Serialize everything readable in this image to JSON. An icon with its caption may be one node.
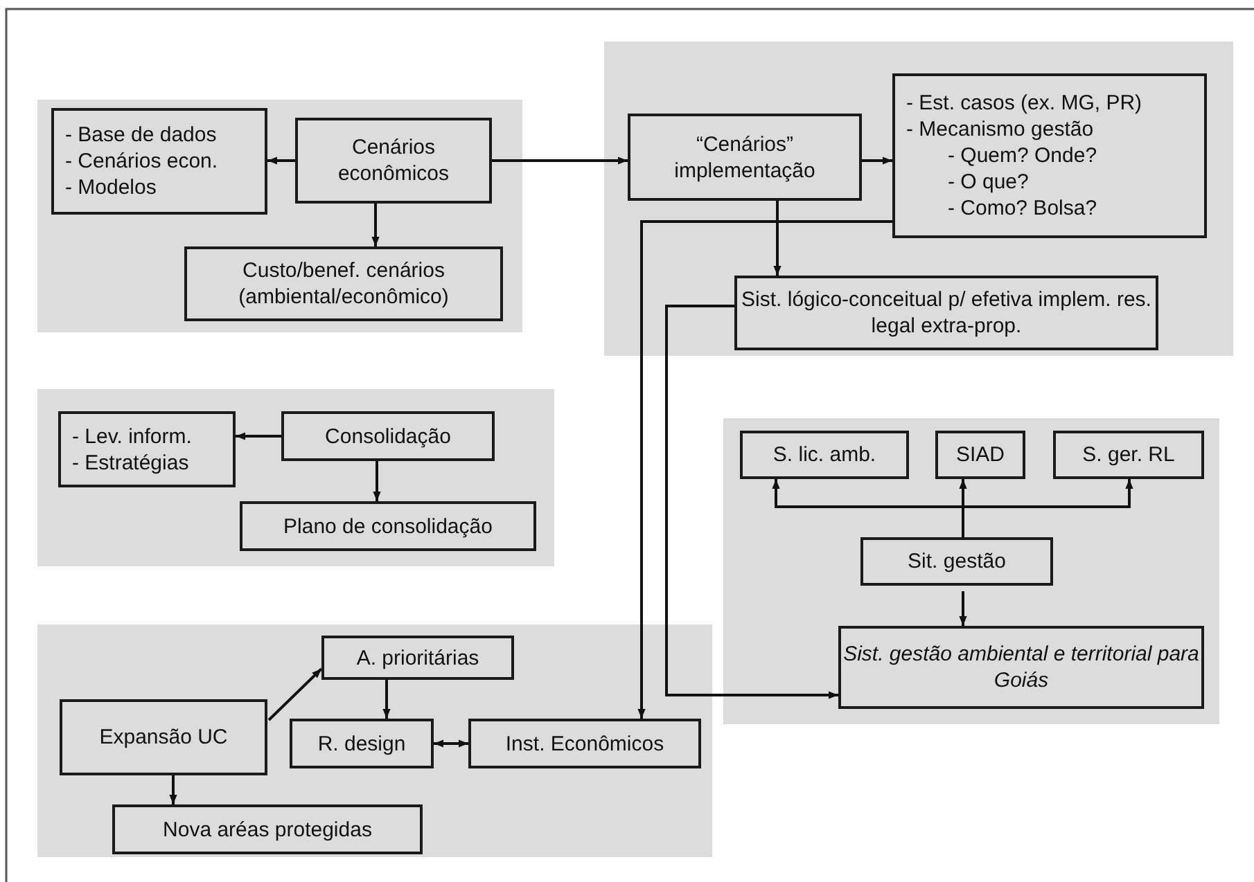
{
  "diagram": {
    "nodes": [
      {
        "text": [],
        "shape": "box"
      },
      {
        "text": [
          "- Base de dados",
          "- Cenários econ.",
          "- Modelos"
        ],
        "in": 0
      },
      {
        "text": [
          "Cenários econômicos"
        ],
        "in": 0
      },
      {
        "text": [
          "Custo/benef. cenários (ambiental/econômico)"
        ],
        "in": 0
      },
      {
        "text": [],
        "shape": "box"
      },
      {
        "text": [
          "“Cenários” implementação"
        ],
        "in": 4
      },
      {
        "text": [
          "- Est. casos (ex. MG, PR)",
          "- Mecanismo gestão",
          "- Quem? Onde?",
          "- O que?",
          "- Como? Bolsa?"
        ],
        "in": 4
      },
      {
        "text": [
          "Sist. lógico-conceitual p/ efetiva implem. res. legal extra-prop."
        ],
        "in": 4
      },
      {
        "text": [],
        "shape": "box"
      },
      {
        "text": [
          "- Lev. inform.",
          "- Estratégias"
        ],
        "in": 8
      },
      {
        "text": [
          "Consolidação"
        ],
        "in": 8
      },
      {
        "text": [
          "Plano de consolidação"
        ],
        "in": 8
      },
      {
        "text": [],
        "shape": "box"
      },
      {
        "text": [
          "Expansão UC"
        ],
        "in": 12
      },
      {
        "text": [
          "A. prioritárias"
        ],
        "in": 12
      },
      {
        "text": [
          "R. design"
        ],
        "in": 12
      },
      {
        "text": [
          "Inst. Econômicos"
        ],
        "in": 12
      },
      {
        "text": [
          "Nova aréas protegidas"
        ],
        "in": 12
      },
      {
        "text": [],
        "shape": "box"
      },
      {
        "text": [
          "S. lic. amb."
        ],
        "in": 18
      },
      {
        "text": [
          "SIAD"
        ],
        "in": 18
      },
      {
        "text": [
          "S. ger. RL"
        ],
        "in": 18
      },
      {
        "text": [
          "Sit. gestão"
        ],
        "in": 18
      },
      {
        "text": [
          "Sist. gestão ambiental e territorial para Goiás"
        ],
        "in": 18
      }
    ],
    "edges": [
      {
        "from": 2,
        "to": 1,
        "arrow": "to"
      },
      {
        "from": 2,
        "to": 3,
        "arrow": "to"
      },
      {
        "from": 2,
        "to": 5,
        "arrow": "to"
      },
      {
        "from": 5,
        "to": 6,
        "arrow": "to"
      },
      {
        "from": 5,
        "to": 7,
        "arrow": "to"
      },
      {
        "from": 6,
        "to": 16,
        "arrow": "to"
      },
      {
        "from": 7,
        "to": 23,
        "arrow": "to"
      },
      {
        "from": 10,
        "to": 9,
        "arrow": "to"
      },
      {
        "from": 10,
        "to": 11,
        "arrow": "to"
      },
      {
        "from": 13,
        "to": 14,
        "arrow": "to"
      },
      {
        "from": 13,
        "to": 17,
        "arrow": "to"
      },
      {
        "from": 14,
        "to": 15,
        "arrow": "to"
      },
      {
        "from": 15,
        "to": 16,
        "arrow": "both"
      },
      {
        "from": 22,
        "to": 19,
        "arrow": "to"
      },
      {
        "from": 22,
        "to": 20,
        "arrow": "to"
      },
      {
        "from": 22,
        "to": 21,
        "arrow": "to"
      },
      {
        "from": 22,
        "to": 23,
        "arrow": "to"
      }
    ]
  }
}
